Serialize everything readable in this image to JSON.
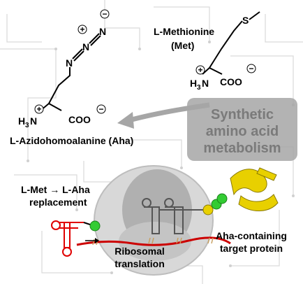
{
  "met": {
    "name": "L-Methionine",
    "abbr": "(Met)",
    "s": "S",
    "h3n": "H",
    "h3n_sub": "3",
    "h3n_n": "N",
    "coo": "COO"
  },
  "aha": {
    "n1": "N",
    "n2": "N",
    "n3": "N",
    "h3n": "H",
    "h3n_sub": "3",
    "h3n_n": "N",
    "coo": "COO",
    "name": "L-Azidohomoalanine (Aha)"
  },
  "charges": {
    "plus": "+",
    "minus": "−"
  },
  "synthetic_box": {
    "line1": "Synthetic",
    "line2": "amino acid",
    "line3": "metabolism"
  },
  "replacement": {
    "line1": "L-Met → L-Aha",
    "line2": "replacement"
  },
  "ribosome": {
    "line1": "Ribosomal",
    "line2": "translation"
  },
  "protein": {
    "line1": "Aha-containing",
    "line2": "target protein"
  },
  "colors": {
    "accent_gray": "#a6a6a6",
    "trna_red": "#e00000",
    "green": "#33cc33",
    "protein_yellow": "#e8d000"
  }
}
